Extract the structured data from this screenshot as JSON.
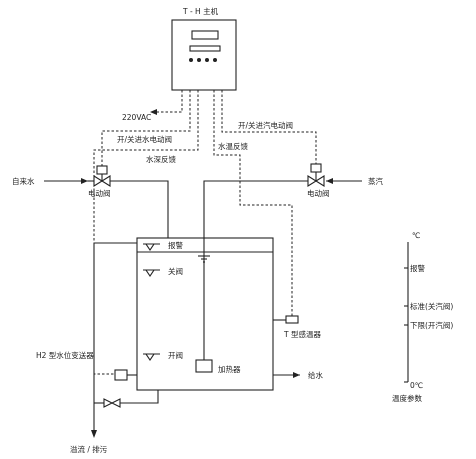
{
  "controller": {
    "title": "T - H 主机"
  },
  "power": {
    "label": "220VAC"
  },
  "signals": {
    "water_valve_ctrl": "开/关进水电动阀",
    "steam_valve_ctrl": "开/关进汽电动阀",
    "water_depth_feedback": "水深反馈",
    "water_temp_feedback": "水温反馈"
  },
  "inlets": {
    "tap_water": "自来水",
    "steam": "蒸汽"
  },
  "valves": {
    "water_valve_label": "电动阀",
    "steam_valve_label": "电动阀"
  },
  "tank": {
    "alarm_level": "报警",
    "close_level": "关阀",
    "open_level": "开阀",
    "heater": "加热器",
    "supply_out": "给水",
    "overflow": "溢流 / 排污"
  },
  "sensors": {
    "level_transmitter": "H2 型水位变送器",
    "temp_sensor": "T 型感温器"
  },
  "temperature_scale": {
    "top": "℃",
    "alarm": "报警",
    "standard": "标准(关汽阀)",
    "lower": "下限(开汽阀)",
    "zero": "0℃",
    "caption": "温度参数"
  }
}
